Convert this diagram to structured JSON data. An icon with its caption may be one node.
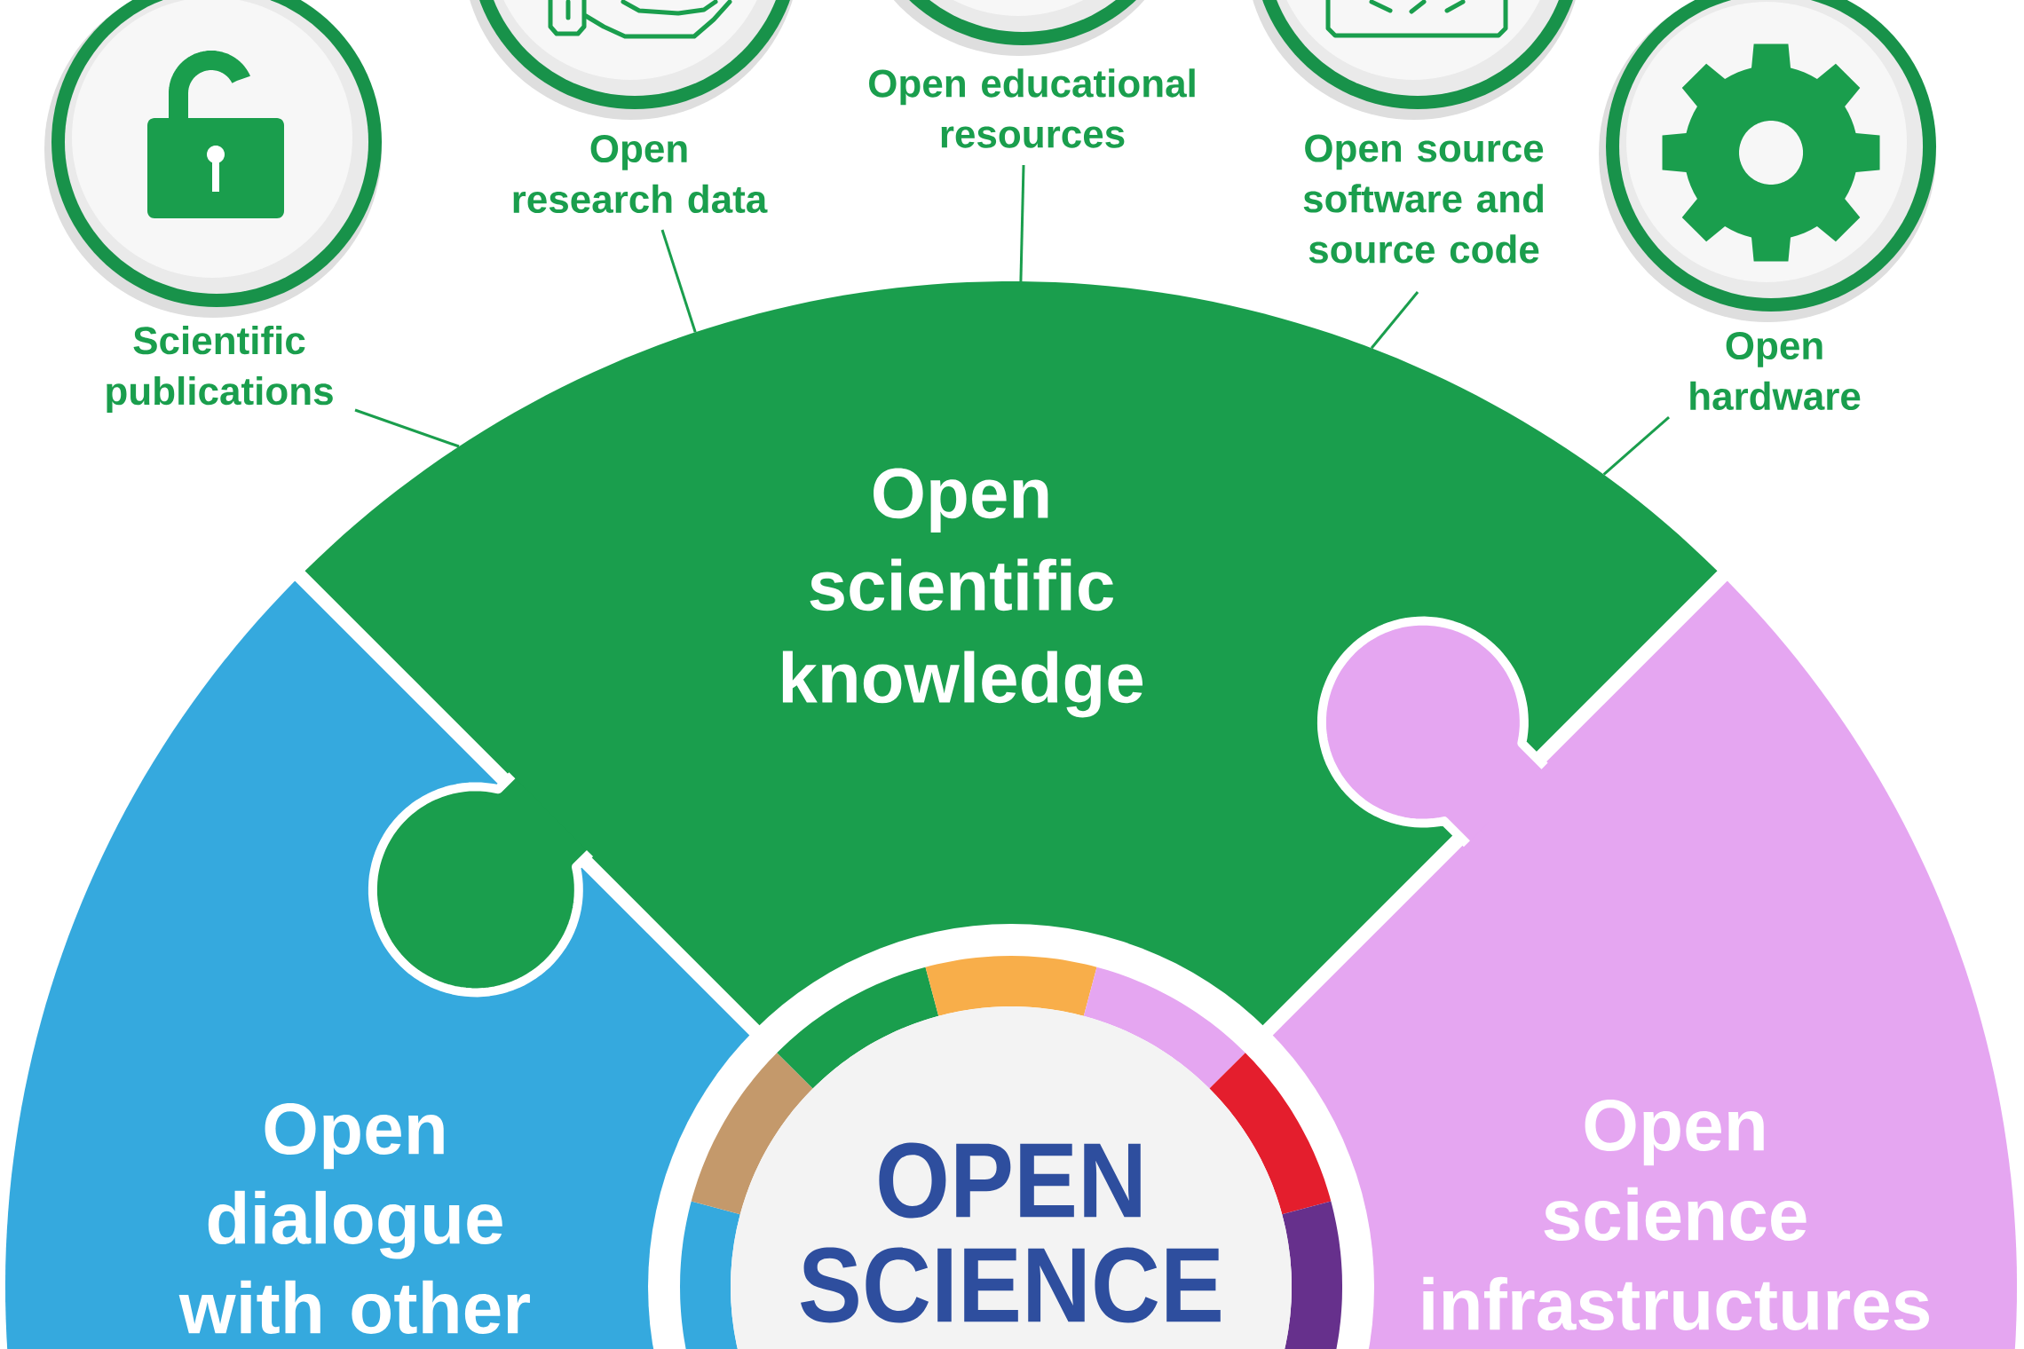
{
  "diagram": {
    "nodes": [
      {
        "text": [
          "Scientific publications"
        ]
      },
      {
        "text": [
          "Open research data"
        ]
      },
      {
        "text": [
          "Open educational resources"
        ]
      },
      {
        "text": [
          "Open source software and source code"
        ]
      },
      {
        "text": [
          "Open hardware"
        ]
      },
      {
        "text": [
          "Open scientific knowledge"
        ]
      },
      {
        "text": [
          "Open dialogue with other"
        ]
      },
      {
        "text": [
          "OPEN SCIENCE"
        ]
      },
      {
        "text": [
          "Open science infrastructures"
        ]
      }
    ],
    "edges": [
      {
        "from": 0,
        "to": 5,
        "arrow": "none"
      },
      {
        "from": 1,
        "to": 5,
        "arrow": "none"
      },
      {
        "from": 2,
        "to": 5,
        "arrow": "none"
      },
      {
        "from": 3,
        "to": 5,
        "arrow": "none"
      },
      {
        "from": 4,
        "to": 5,
        "arrow": "none"
      }
    ]
  }
}
